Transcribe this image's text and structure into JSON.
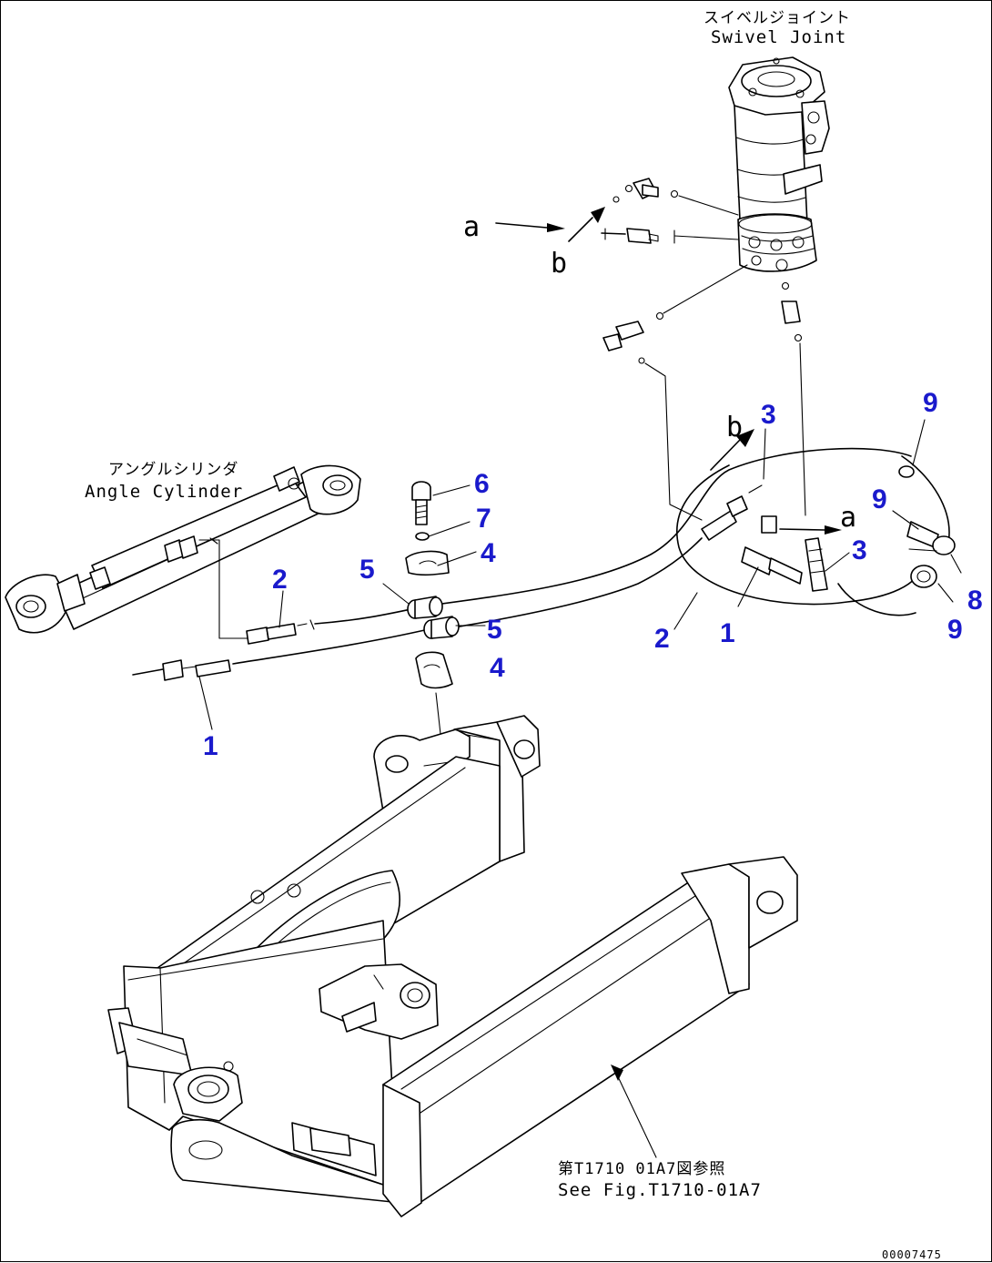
{
  "labels": {
    "swivel_joint_jp": "スイベルジョイント",
    "swivel_joint_en": "Swivel Joint",
    "angle_cylinder_jp": "アングルシリンダ",
    "angle_cylinder_en": "Angle Cylinder",
    "see_fig_jp": "第T1710 01A7図参照",
    "see_fig_en": "See Fig.T1710-01A7",
    "figure_code": "00007475"
  },
  "connection_letters": [
    "a",
    "b",
    "b",
    "a"
  ],
  "part_callouts": [
    "6",
    "7",
    "4",
    "5",
    "5",
    "4",
    "2",
    "1",
    "3",
    "3",
    "9",
    "9",
    "8",
    "9",
    "2",
    "1"
  ],
  "colors": {
    "line": "#000000",
    "callout": "#1a1acc",
    "background": "#ffffff"
  }
}
